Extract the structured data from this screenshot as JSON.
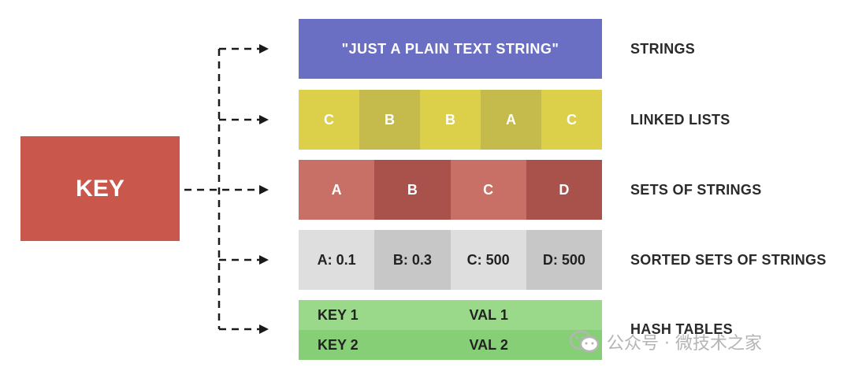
{
  "key": {
    "label": "KEY"
  },
  "strings": {
    "value": "\"JUST A PLAIN TEXT STRING\"",
    "label": "STRINGS",
    "color": "#6b6fc3"
  },
  "linked_lists": {
    "label": "LINKED LISTS",
    "items": [
      "C",
      "B",
      "B",
      "A",
      "C"
    ],
    "colors": [
      "#dccf4a",
      "#c5bb4d",
      "#dccf4a",
      "#c5bb4d",
      "#dccf4a"
    ]
  },
  "sets": {
    "label": "SETS OF STRINGS",
    "items": [
      "A",
      "B",
      "C",
      "D"
    ],
    "colors": [
      "#c86f66",
      "#a9524b",
      "#c86f66",
      "#a9524b"
    ]
  },
  "sorted_sets": {
    "label": "SORTED SETS OF STRINGS",
    "items": [
      "A: 0.1",
      "B: 0.3",
      "C: 500",
      "D: 500"
    ],
    "colors": [
      "#dedede",
      "#c7c7c7",
      "#dedede",
      "#c7c7c7"
    ]
  },
  "hash_tables": {
    "label": "HASH TABLES",
    "rows": [
      {
        "key": "KEY 1",
        "val": "VAL 1"
      },
      {
        "key": "KEY 2",
        "val": "VAL 2"
      }
    ],
    "colors": [
      "#9ad88a",
      "#87cf76"
    ]
  },
  "watermark": {
    "text": "公众号 · 微技术之家",
    "icon": "wechat-icon"
  }
}
